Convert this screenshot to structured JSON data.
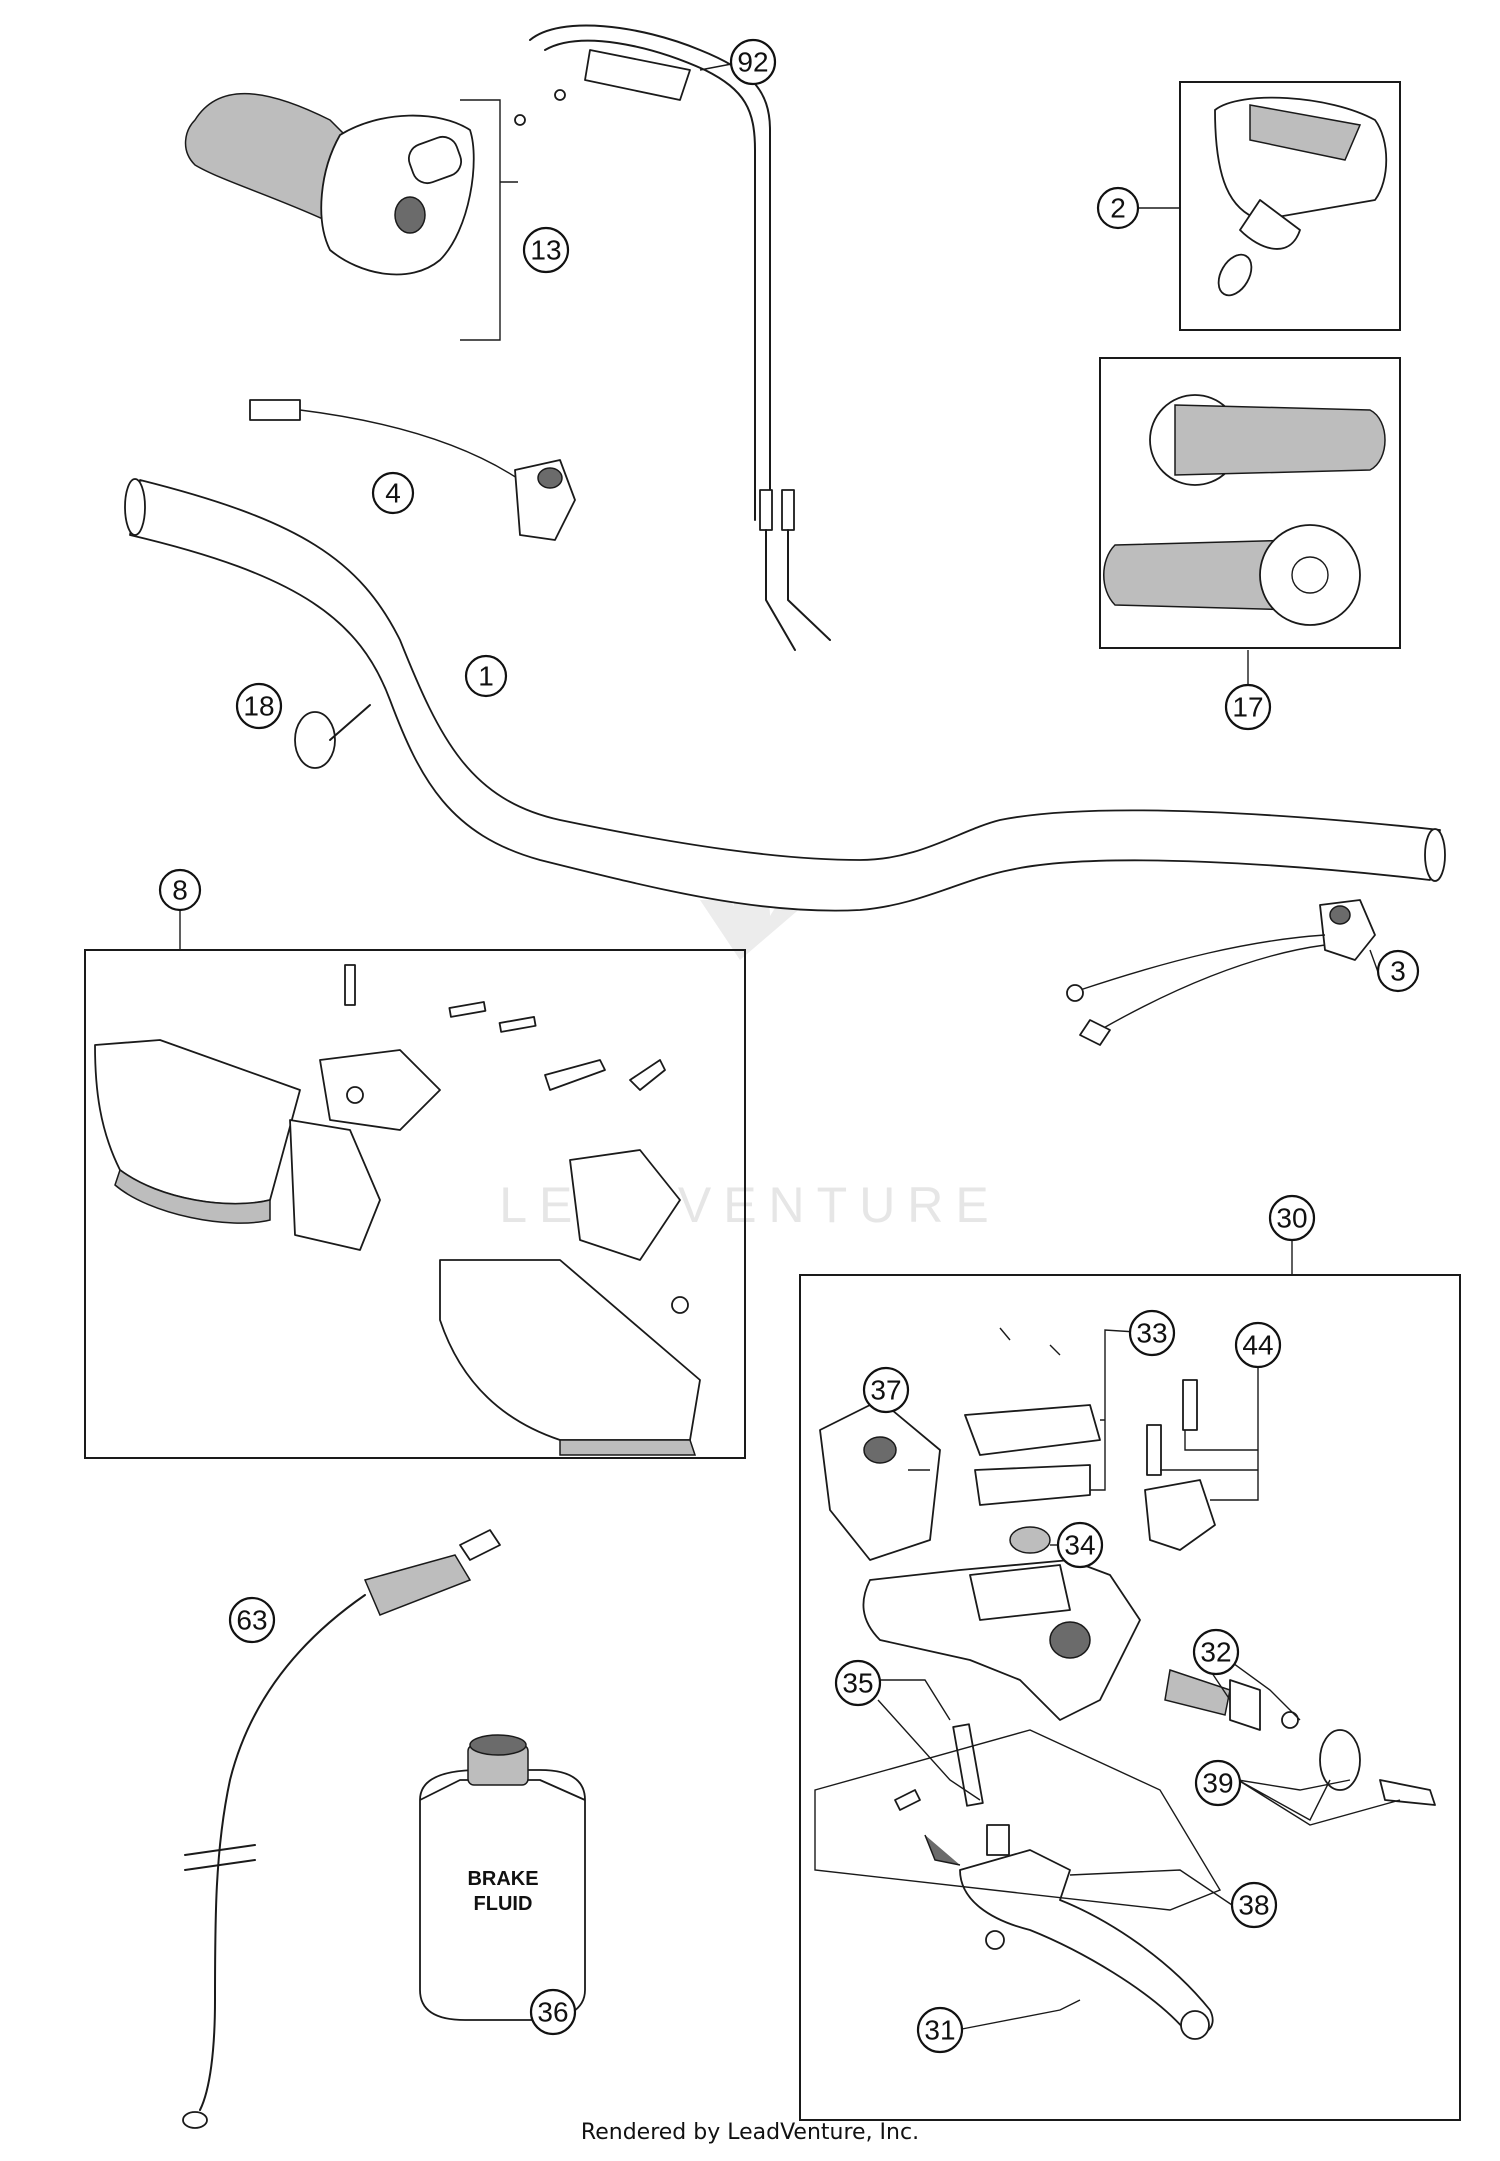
{
  "watermark": "LEADVENTURE",
  "footer": "Rendered by LeadVenture, Inc.",
  "can_label": {
    "line1": "BRAKE",
    "line2": "FLUID"
  },
  "callouts": {
    "c1": "1",
    "c2": "2",
    "c3": "3",
    "c4": "4",
    "c8": "8",
    "c13": "13",
    "c17": "17",
    "c18": "18",
    "c30": "30",
    "c31": "31",
    "c32": "32",
    "c33": "33",
    "c34": "34",
    "c35": "35",
    "c36": "36",
    "c37": "37",
    "c38": "38",
    "c39": "39",
    "c44": "44",
    "c63": "63",
    "c92": "92"
  }
}
